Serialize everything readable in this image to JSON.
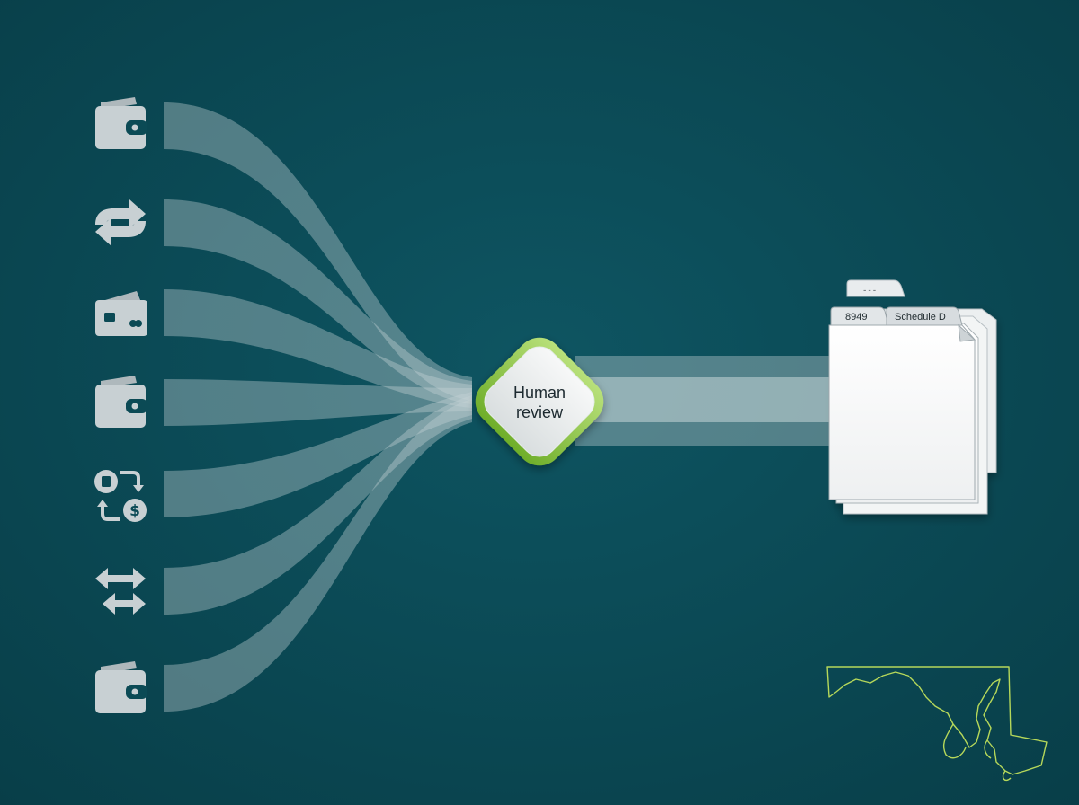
{
  "diagram": {
    "center_node": {
      "label_line1": "Human",
      "label_line2": "review"
    },
    "sources": [
      {
        "icon": "wallet-icon"
      },
      {
        "icon": "exchange-arrows-icon"
      },
      {
        "icon": "card-icon"
      },
      {
        "icon": "wallet-icon"
      },
      {
        "icon": "swap-dollar-icon"
      },
      {
        "icon": "transfer-arrows-icon"
      },
      {
        "icon": "wallet-icon"
      }
    ],
    "output_documents": {
      "tabs": [
        "8949",
        "Schedule D"
      ],
      "back_tab": "---"
    },
    "map": {
      "icon": "maryland-outline-icon"
    }
  },
  "colors": {
    "background": "#0b4a55",
    "flow": "#c9d6d8",
    "node_border": "#8cc63f",
    "map_stroke": "#b6d85a",
    "icon": "#c8d0d3"
  }
}
